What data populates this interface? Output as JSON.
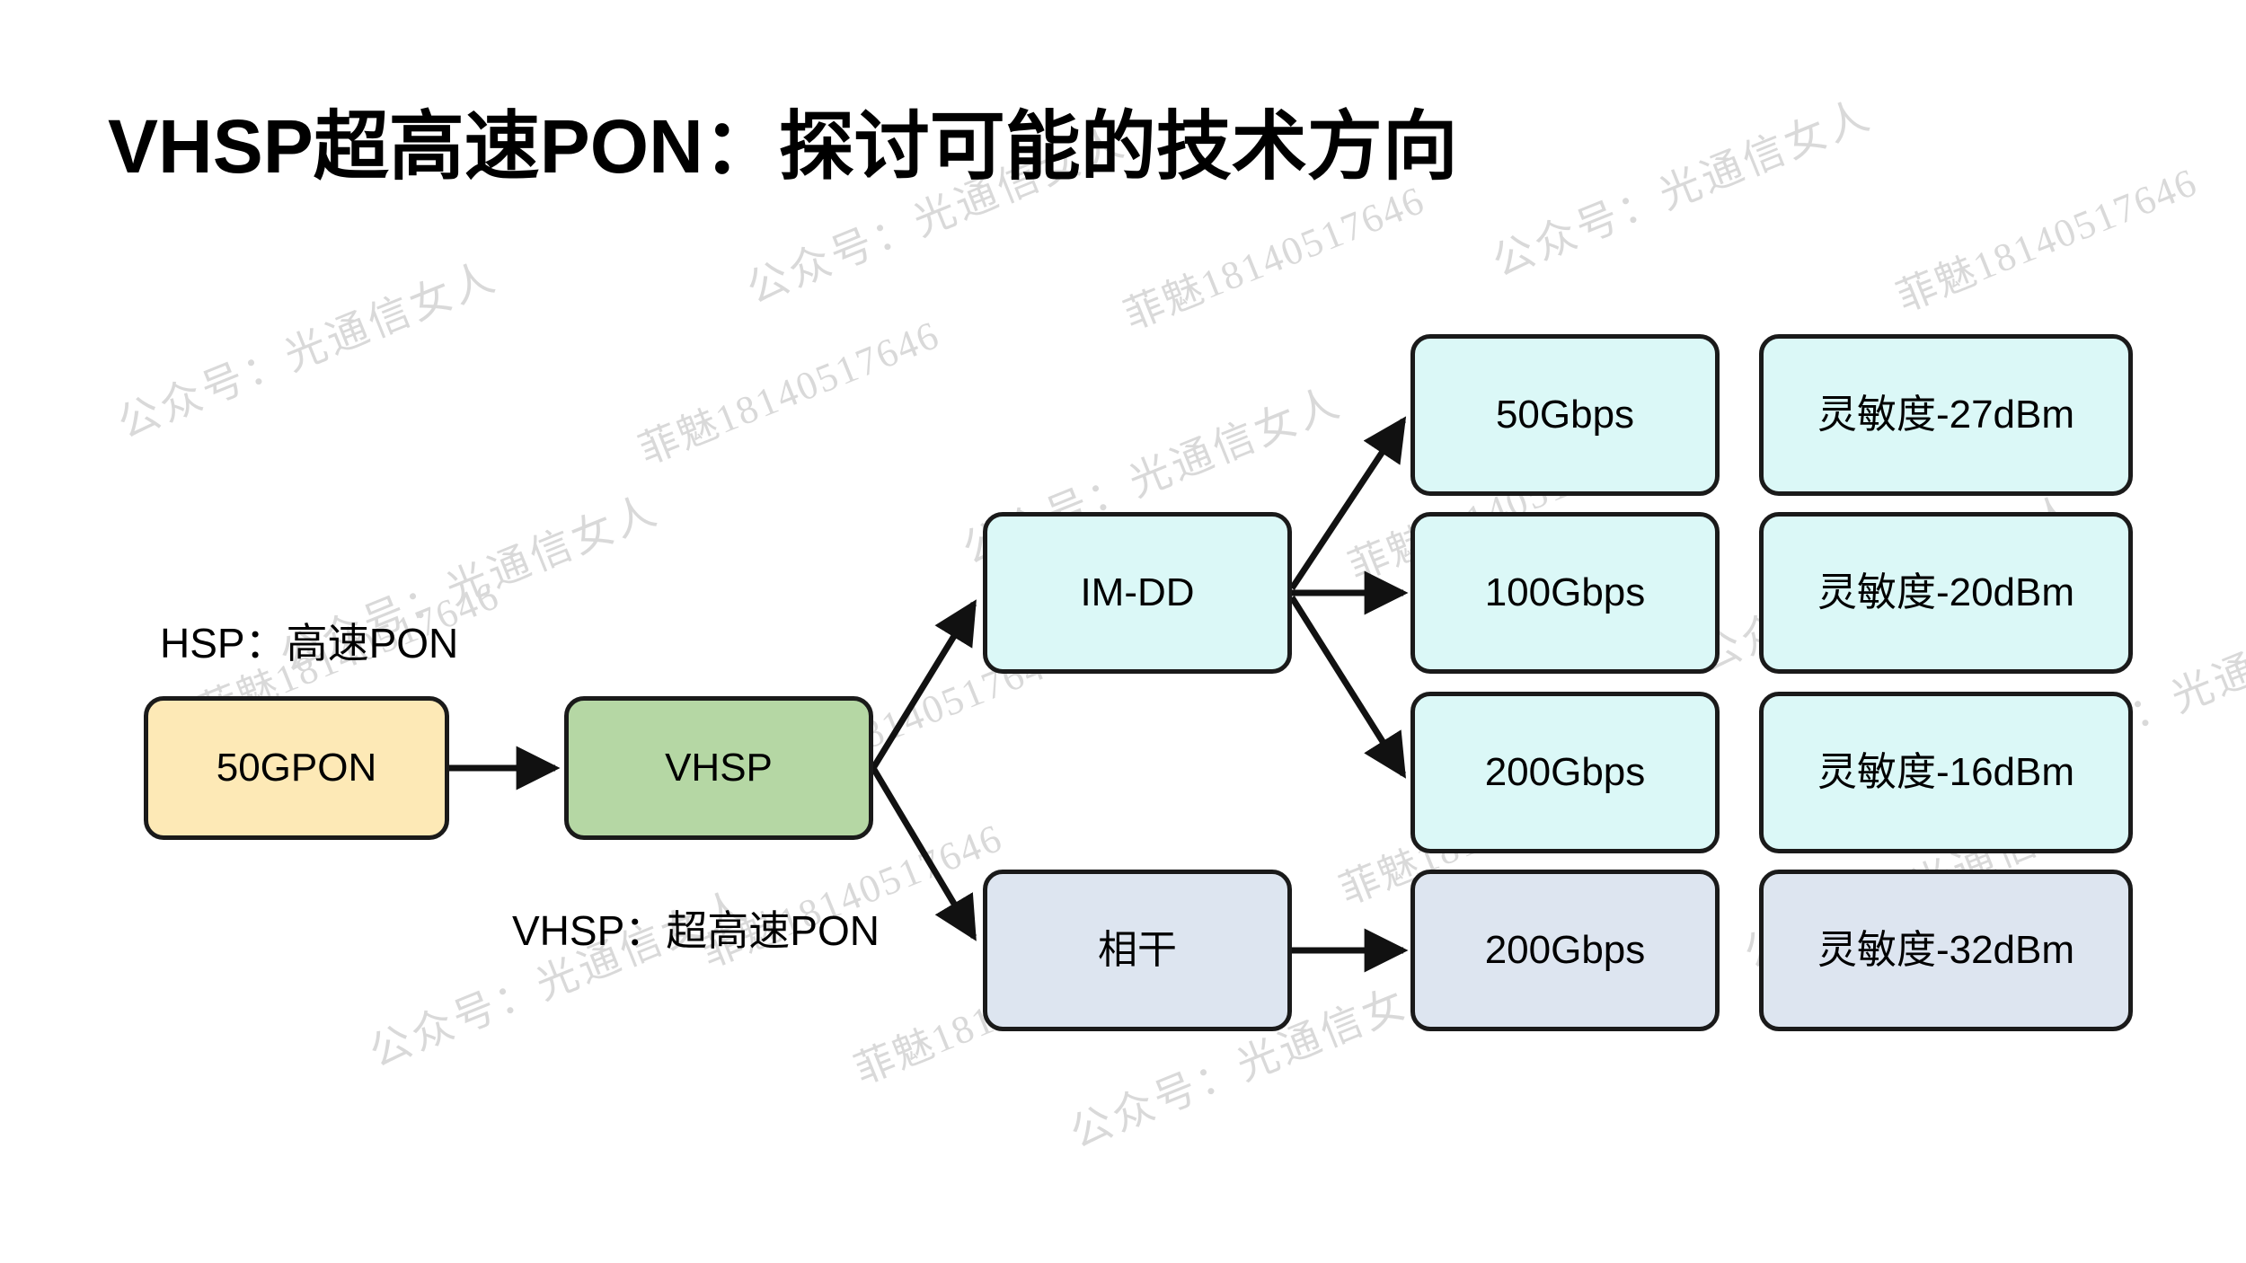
{
  "page": {
    "title": "VHSP超高速PON：探讨可能的技术方向",
    "background_color": "#ffffff"
  },
  "watermark": {
    "text_account": "公众号：光通信女人",
    "text_contact": "菲魅18140517646",
    "color": "#d9d9d9",
    "rotation_deg": -22
  },
  "colors": {
    "orange_fill": "#fde9b6",
    "green_fill": "#b5d7a4",
    "cyan_fill": "#dbf8f7",
    "blue_fill": "#dde5f0",
    "stroke": "#1a1a1a",
    "text": "#000000"
  },
  "captions": {
    "hsp": "HSP：高速PON",
    "vhsp": "VHSP：超高速PON"
  },
  "nodes": {
    "source": {
      "label": "50GPON"
    },
    "vhsp": {
      "label": "VHSP"
    },
    "imdd": {
      "label": "IM-DD"
    },
    "coherent": {
      "label": "相干"
    },
    "rate_50": {
      "label": "50Gbps"
    },
    "rate_100": {
      "label": "100Gbps"
    },
    "rate_200_imdd": {
      "label": "200Gbps"
    },
    "rate_200_coh": {
      "label": "200Gbps"
    },
    "sens_27": {
      "label": "灵敏度-27dBm"
    },
    "sens_20": {
      "label": "灵敏度-20dBm"
    },
    "sens_16": {
      "label": "灵敏度-16dBm"
    },
    "sens_32": {
      "label": "灵敏度-32dBm"
    }
  },
  "edges": [
    {
      "name": "50gpon-to-vhsp",
      "from": "50GPON",
      "to": "VHSP"
    },
    {
      "name": "vhsp-to-imdd",
      "from": "VHSP",
      "to": "IM-DD"
    },
    {
      "name": "vhsp-to-coherent",
      "from": "VHSP",
      "to": "相干"
    },
    {
      "name": "imdd-to-50gbps",
      "from": "IM-DD",
      "to": "50Gbps"
    },
    {
      "name": "imdd-to-100gbps",
      "from": "IM-DD",
      "to": "100Gbps"
    },
    {
      "name": "imdd-to-200gbps",
      "from": "IM-DD",
      "to": "200Gbps"
    },
    {
      "name": "coherent-to-200gbps",
      "from": "相干",
      "to": "200Gbps"
    }
  ]
}
